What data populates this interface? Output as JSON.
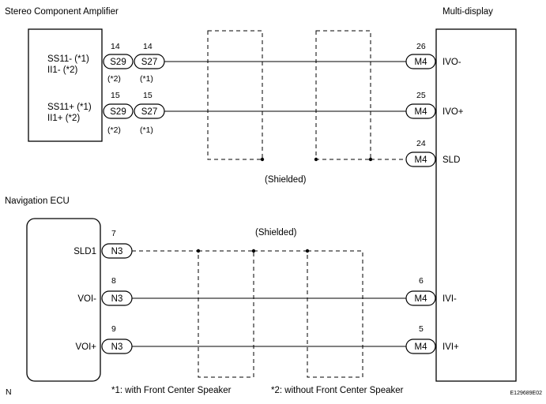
{
  "components": {
    "amplifier": "Stereo Component Amplifier",
    "display": "Multi-display",
    "nav": "Navigation ECU"
  },
  "amp_pins": {
    "minus_line1": "SS11- (*1)",
    "minus_line2": "II1- (*2)",
    "plus_line1": "SS11+ (*1)",
    "plus_line2": "II1+ (*2)"
  },
  "amp_connectors": [
    {
      "pin_left": "14",
      "pin_right": "14",
      "conn_left": "S29",
      "conn_right": "S27",
      "note_left": "(*2)",
      "note_right": "(*1)"
    },
    {
      "pin_left": "15",
      "pin_right": "15",
      "conn_left": "S29",
      "conn_right": "S27",
      "note_left": "(*2)",
      "note_right": "(*1)"
    }
  ],
  "display_pins": [
    {
      "pin": "26",
      "conn": "M4",
      "label": "IVO-"
    },
    {
      "pin": "25",
      "conn": "M4",
      "label": "IVO+"
    },
    {
      "pin": "24",
      "conn": "M4",
      "label": "SLD"
    },
    {
      "pin": "6",
      "conn": "M4",
      "label": "IVI-"
    },
    {
      "pin": "5",
      "conn": "M4",
      "label": "IVI+"
    }
  ],
  "nav_pins": [
    {
      "pin": "7",
      "conn": "N3",
      "label": "SLD1"
    },
    {
      "pin": "8",
      "conn": "N3",
      "label": "VOI-"
    },
    {
      "pin": "9",
      "conn": "N3",
      "label": "VOI+"
    }
  ],
  "shield_labels": {
    "upper": "(Shielded)",
    "lower": "(Shielded)"
  },
  "footnotes": {
    "note1": "*1: with Front Center Speaker",
    "note2": "*2: without Front Center Speaker"
  },
  "corner_mark": "N",
  "figure_code": "E129689E02"
}
